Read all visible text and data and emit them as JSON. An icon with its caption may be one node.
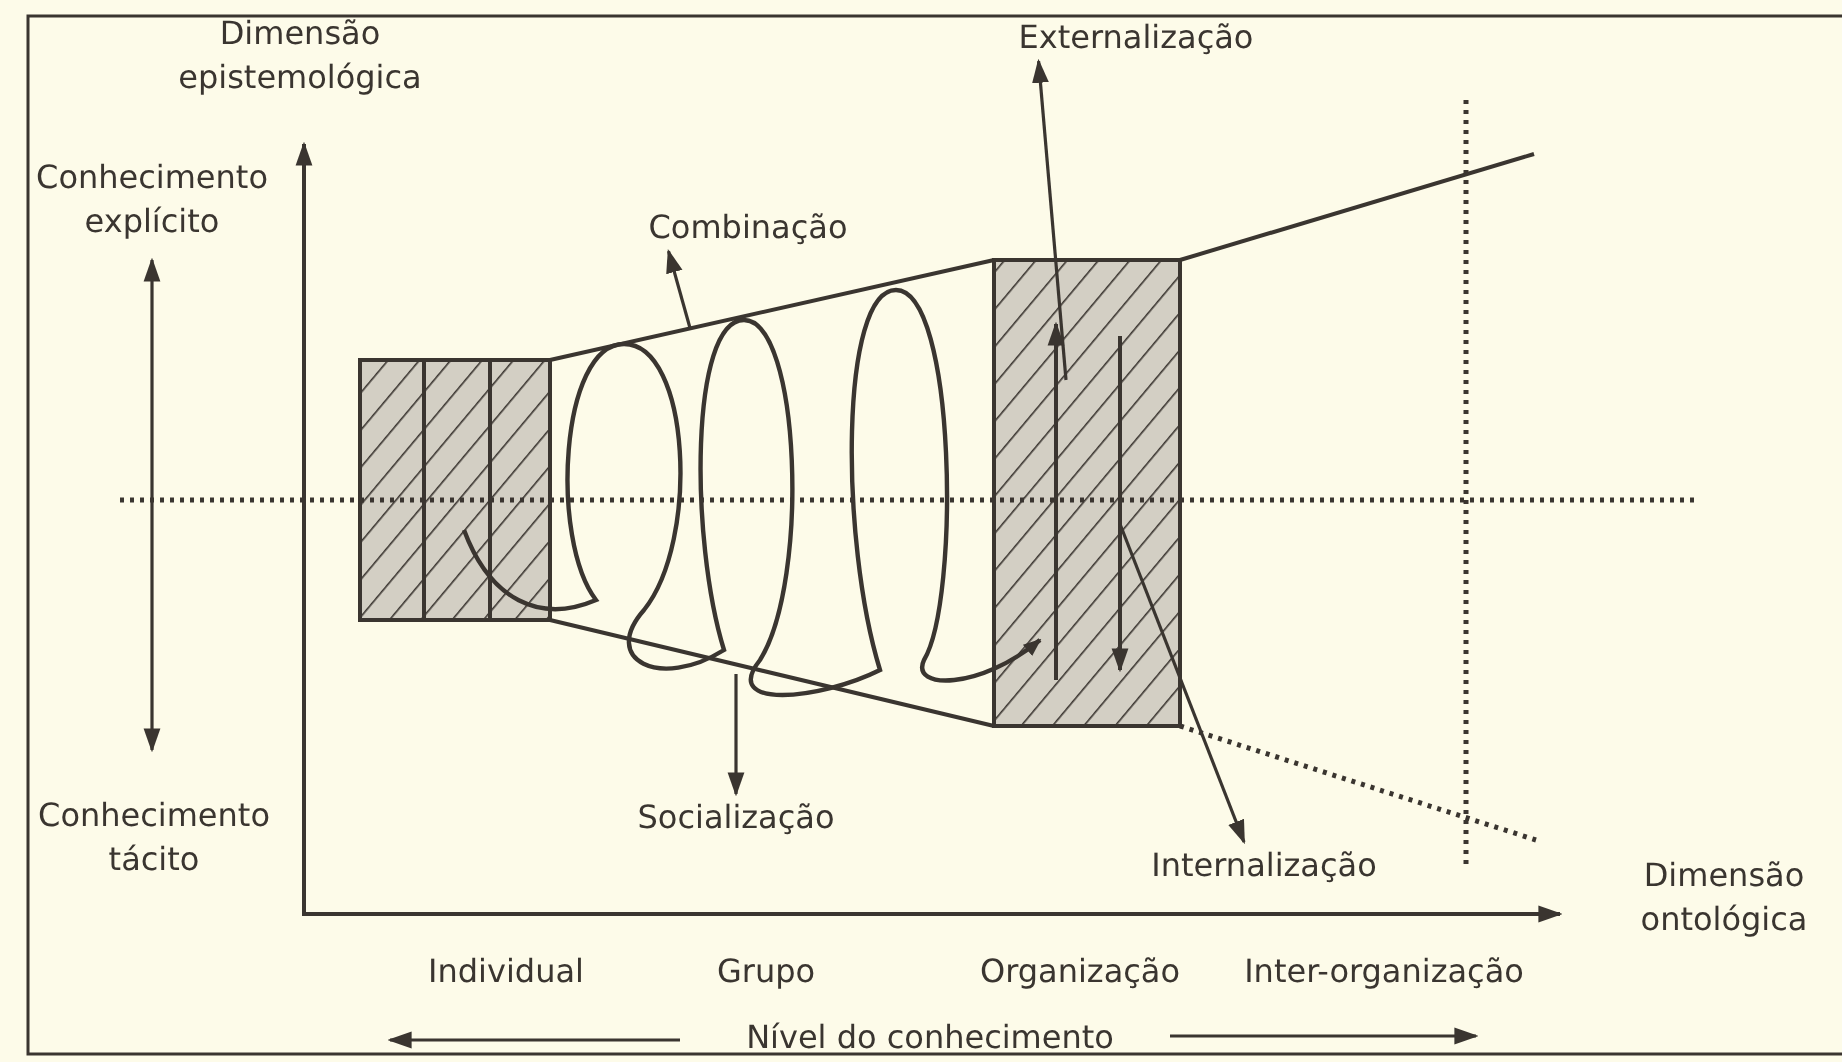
{
  "diagram": {
    "nodes": [
      {
        "text": [
          "Combinação"
        ]
      },
      {
        "text": [
          "Externalização"
        ]
      },
      {
        "text": [
          "Socialização"
        ]
      },
      {
        "text": [
          "Internalização"
        ]
      }
    ],
    "edges": [
      {
        "from": null,
        "to": 0,
        "arrow": "to"
      },
      {
        "from": null,
        "to": 1,
        "arrow": "to"
      },
      {
        "from": null,
        "to": 2,
        "arrow": "to"
      },
      {
        "from": null,
        "to": 3,
        "arrow": "to"
      }
    ],
    "labels": [
      "Dimensão epistemológica",
      "Conhecimento explícito",
      "Conhecimento tácito",
      "Dimensão ontológica",
      "Individual",
      "Grupo",
      "Organização",
      "Inter-organização",
      "Nível do conhecimento"
    ]
  }
}
